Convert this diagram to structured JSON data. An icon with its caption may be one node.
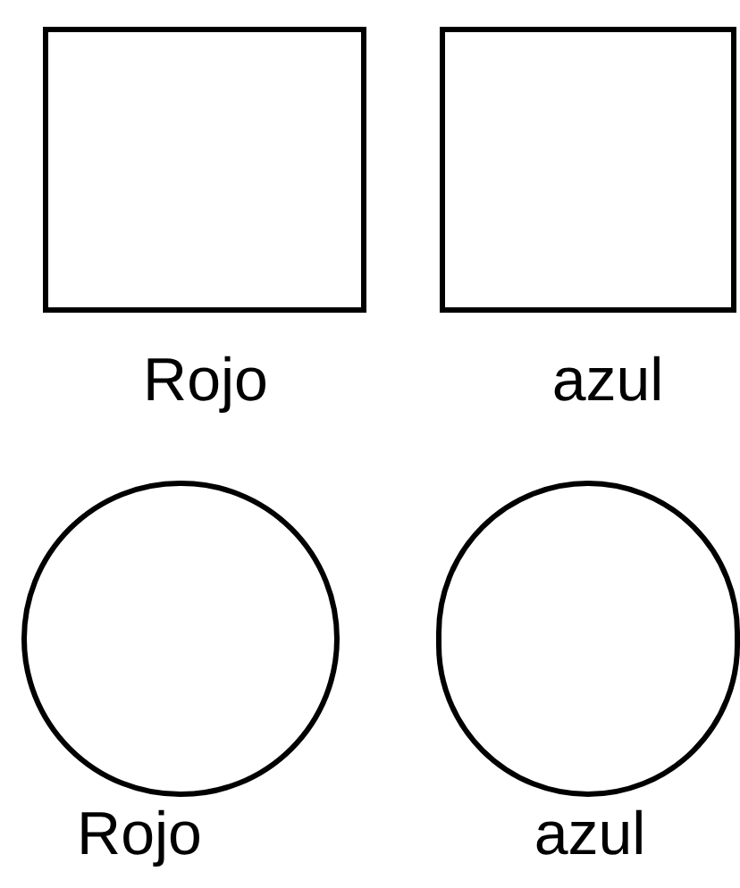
{
  "diagram": {
    "nodes": [
      {
        "text": [],
        "shape": "box",
        "beside": [
          "Rojo"
        ]
      },
      {
        "text": [],
        "shape": "box",
        "beside": [
          "azul"
        ]
      },
      {
        "text": [],
        "shape": "circle",
        "beside": [
          "Rojo"
        ]
      },
      {
        "text": [],
        "shape": "circle",
        "beside": [
          "azul"
        ]
      }
    ]
  }
}
